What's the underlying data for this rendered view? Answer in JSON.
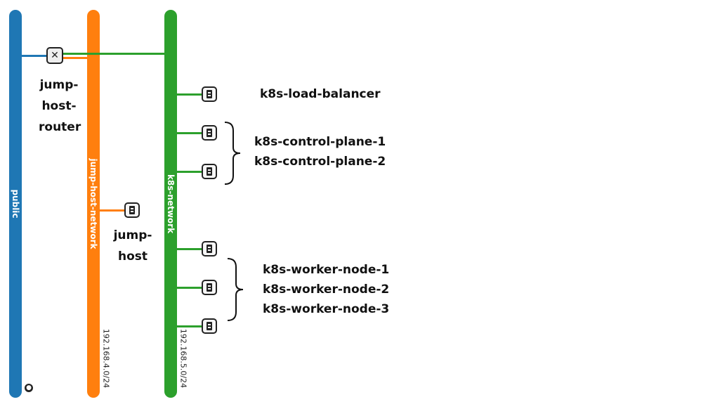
{
  "colors": {
    "public": "#1f77b4",
    "jump_host_network": "#ff7f0e",
    "k8s_network": "#2ca02c"
  },
  "networks": {
    "public": {
      "name": "public"
    },
    "jump_host_network": {
      "name": "jump-host-network",
      "cidr": "192.168.4.0/24"
    },
    "k8s_network": {
      "name": "k8s-network",
      "cidr": "192.168.5.0/24"
    }
  },
  "router": {
    "icon": "router-icon",
    "label_lines": [
      "jump-",
      "host-",
      "router"
    ]
  },
  "jump_host": {
    "icon": "server-icon",
    "label_lines": [
      "jump-",
      "host"
    ]
  },
  "k8s_nodes": {
    "load_balancer": "k8s-load-balancer",
    "control_planes": [
      "k8s-control-plane-1",
      "k8s-control-plane-2"
    ],
    "workers": [
      "k8s-worker-node-1",
      "k8s-worker-node-2",
      "k8s-worker-node-3"
    ]
  },
  "globe_icon": "globe-icon"
}
